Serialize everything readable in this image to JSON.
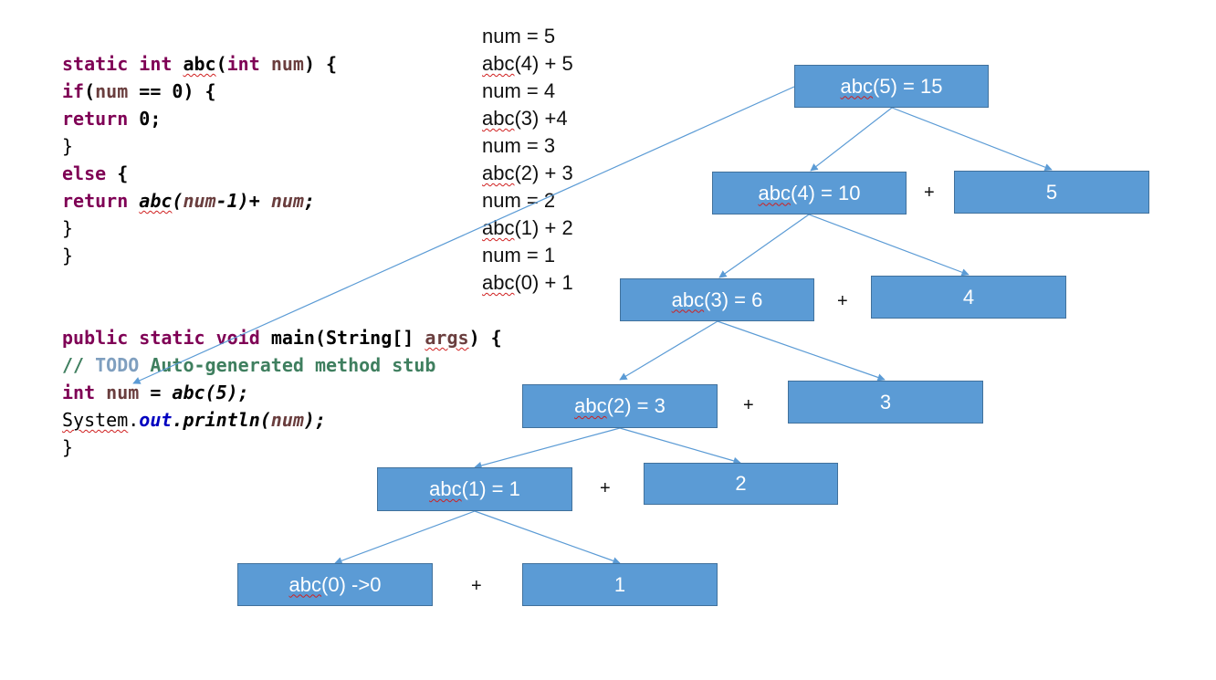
{
  "code": {
    "l1_static": "static",
    "l1_int": "int",
    "l1_abc": "abc",
    "l1_paren": "(",
    "l1_int2": "int",
    "l1_num": "num",
    "l1_end": ") {",
    "l2_if": "if",
    "l2_paren": "(",
    "l2_num": "num",
    "l2_rest": " == 0) {",
    "l3_return": "return",
    "l3_rest": " 0;",
    "l4": "}",
    "l5_else": "else",
    "l5_rest": " {",
    "l6_return": "return",
    "l6_abc": "abc",
    "l6_mid": "(",
    "l6_num": "num",
    "l6_rest": "-1)+ ",
    "l6_num2": "num",
    "l6_end": ";",
    "l7": "}",
    "l8": "}",
    "m1_public": "public",
    "m1_static": "static",
    "m1_void": "void",
    "m1_main": "main(String[] ",
    "m1_args": "args",
    "m1_end": ") {",
    "m2_slash": "// ",
    "m2_todo": "TODO",
    "m2_rest": " Auto-generated method stub",
    "m3_int": "int",
    "m3_num": "num",
    "m3_eq": " = ",
    "m3_abc": "abc",
    "m3_rest": "(5);",
    "m4_system": "System",
    "m4_dot": ".",
    "m4_out": "out",
    "m4_println": ".println(",
    "m4_num": "num",
    "m4_end": ");",
    "m5": "}"
  },
  "trace": {
    "lines": [
      {
        "pre": "num = 5",
        "sq": "",
        "post": ""
      },
      {
        "pre": "",
        "sq": "abc",
        "post": "(4) + 5"
      },
      {
        "pre": "num = 4",
        "sq": "",
        "post": ""
      },
      {
        "pre": "",
        "sq": "abc",
        "post": "(3) +4"
      },
      {
        "pre": "num = 3",
        "sq": "",
        "post": ""
      },
      {
        "pre": "",
        "sq": "abc",
        "post": "(2) + 3"
      },
      {
        "pre": "num = 2",
        "sq": "",
        "post": ""
      },
      {
        "pre": "",
        "sq": "abc",
        "post": "(1) + 2"
      },
      {
        "pre": "num = 1",
        "sq": "",
        "post": ""
      },
      {
        "pre": "",
        "sq": "abc",
        "post": "(0) + 1"
      }
    ]
  },
  "tree": {
    "calls": [
      {
        "fn": "abc",
        "rest": "(5) = 15"
      },
      {
        "fn": "abc",
        "rest": "(4) = 10"
      },
      {
        "fn": "abc",
        "rest": "(3) = 6"
      },
      {
        "fn": "abc",
        "rest": "(2) = 3"
      },
      {
        "fn": "abc",
        "rest": "(1) = 1"
      },
      {
        "fn": "abc",
        "rest": "(0) ->0"
      }
    ],
    "values": [
      "5",
      "4",
      "3",
      "2",
      "1"
    ],
    "plus": "+"
  },
  "colors": {
    "box_fill": "#5b9bd5",
    "box_border": "#41719c",
    "edge": "#5b9bd5"
  }
}
